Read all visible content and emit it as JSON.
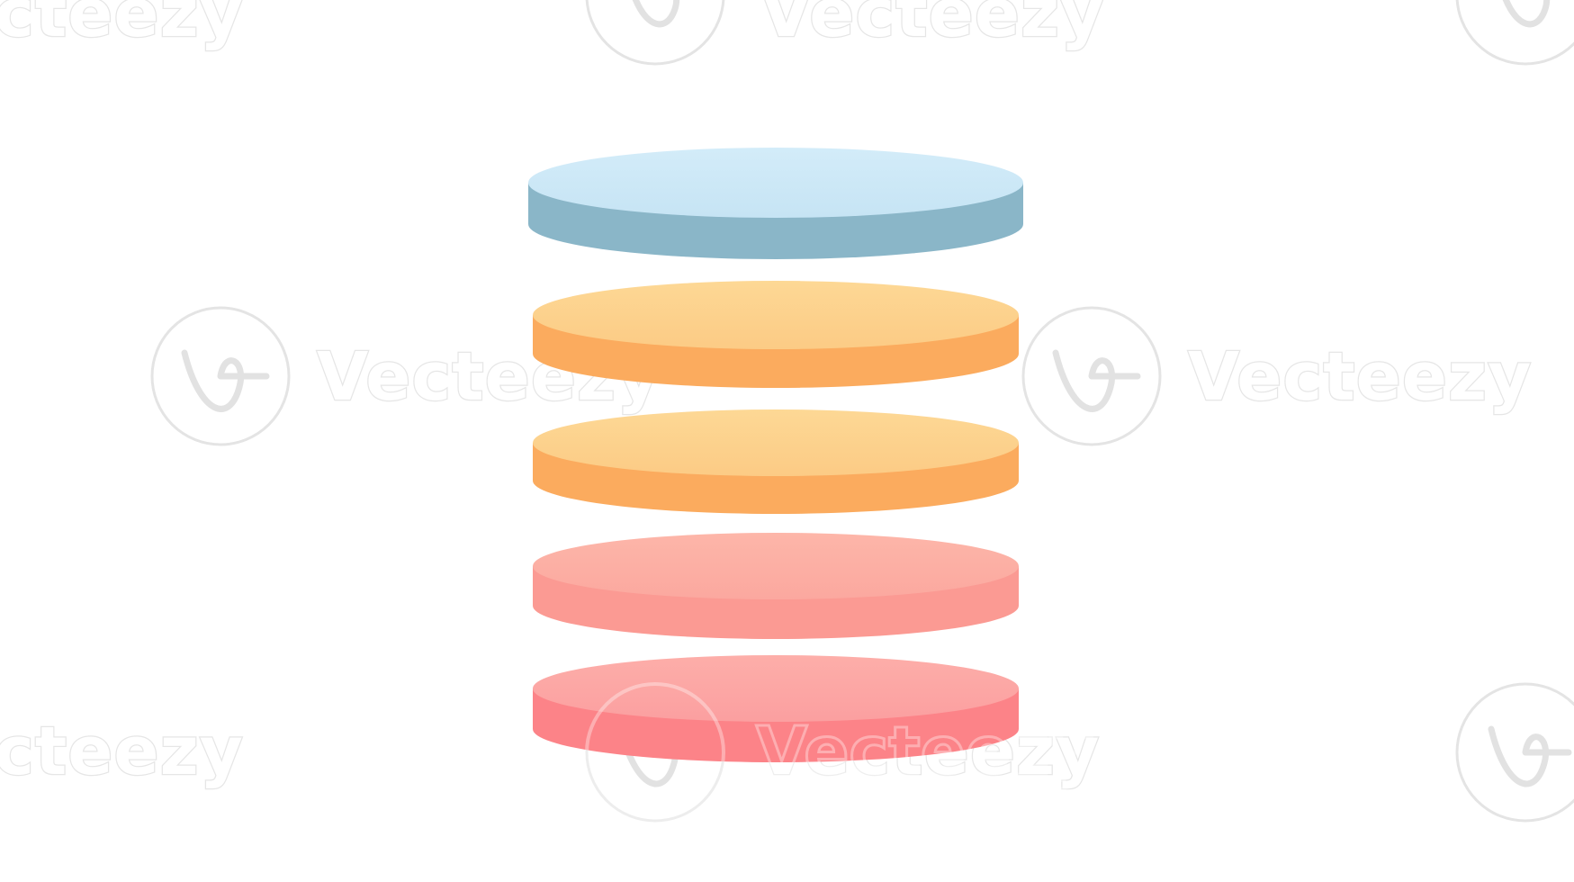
{
  "watermark": {
    "brand": "Vecteezy",
    "left_cut_text": "cteezy"
  },
  "illustration": {
    "description_name": "stacked-discs",
    "discs": [
      {
        "name": "disc-blue",
        "top_color": "#cde8f6",
        "side_color": "#8ab6c8"
      },
      {
        "name": "disc-orange-1",
        "top_color": "#fdd38e",
        "side_color": "#fbab5e"
      },
      {
        "name": "disc-orange-2",
        "top_color": "#fdd38e",
        "side_color": "#fbab5e"
      },
      {
        "name": "disc-pink-1",
        "top_color": "#fcb0a6",
        "side_color": "#fb9a93"
      },
      {
        "name": "disc-pink-2",
        "top_color": "#fca9a7",
        "side_color": "#fc8388"
      }
    ]
  }
}
